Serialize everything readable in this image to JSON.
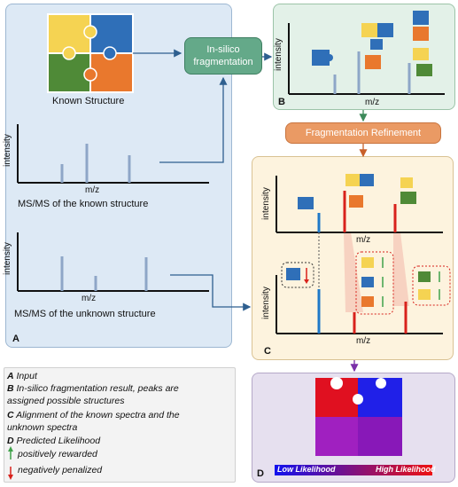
{
  "panels": {
    "a": {
      "label": "A"
    },
    "b": {
      "label": "B"
    },
    "c": {
      "label": "C"
    },
    "d": {
      "label": "D"
    }
  },
  "panel_a": {
    "known_structure_caption": "Known Structure",
    "known_spectrum": {
      "ylabel": "intensity",
      "xlabel": "m/z",
      "caption": "MS/MS of the known structure"
    },
    "unknown_spectrum": {
      "ylabel": "intensity",
      "xlabel": "m/z",
      "caption": "MS/MS of the unknown structure"
    }
  },
  "insilico_box": {
    "line1": "In-silico",
    "line2": "fragmentation"
  },
  "panel_b": {
    "ylabel": "intensity",
    "xlabel": "m/z"
  },
  "refinement_box": {
    "label": "Fragmentation Refinement"
  },
  "panel_c": {
    "top_spectrum": {
      "ylabel": "intensity",
      "xlabel": "m/z"
    },
    "bottom_spectrum": {
      "ylabel": "intensity",
      "xlabel": "m/z"
    }
  },
  "panel_d": {
    "low_label": "Low Likelihood",
    "high_label": "High Likelihood"
  },
  "legend": {
    "a_key": "A",
    "a_text": "Input",
    "b_key": "B",
    "b_text_1": "In-silico fragmentation result, peaks are",
    "b_text_2": "assigned possible structures",
    "c_key": "C",
    "c_text_1": "Alignment of the known spectra and the",
    "c_text_2": "unknown spectra",
    "d_key": "D",
    "d_text": "Predicted Likelihood",
    "up_text": "positively rewarded",
    "down_text": "negatively penalized"
  },
  "colors": {
    "puzzle_yellow": "#f5d352",
    "puzzle_blue": "#2f6fb8",
    "puzzle_green": "#4f8a37",
    "puzzle_orange": "#e9782d",
    "peak_blue": "#1f78c8",
    "peak_red": "#d8221c",
    "arrow_up": "#3fa24a",
    "arrow_down": "#d8221c",
    "likelihood_low": "#1111ee",
    "likelihood_high": "#ee1111"
  }
}
